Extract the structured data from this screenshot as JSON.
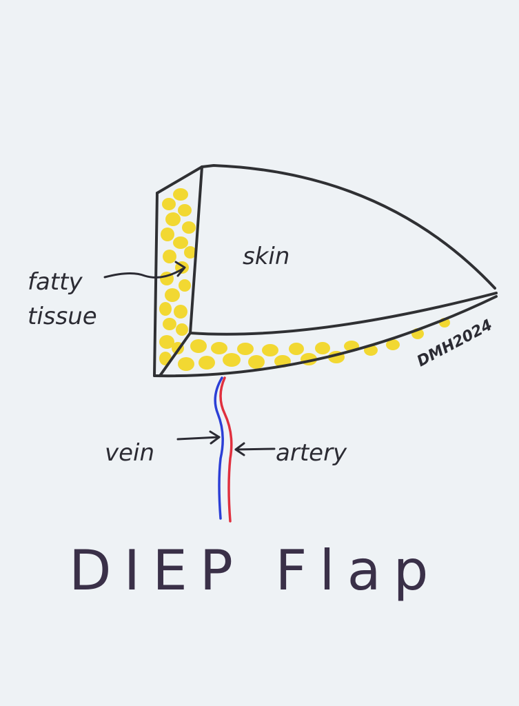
{
  "labels": {
    "skin": "skin",
    "fatty_tissue_line1": "fatty",
    "fatty_tissue_line2": "tissue",
    "vein": "vein",
    "artery": "artery",
    "signature": "DMH2024"
  },
  "title": "DIEP Flap",
  "colors": {
    "paper": "#eef2f5",
    "outline": "#2f3033",
    "fat": "#f2d832",
    "vein": "#2c3fd6",
    "artery": "#e0303e",
    "title": "#3a3048"
  }
}
